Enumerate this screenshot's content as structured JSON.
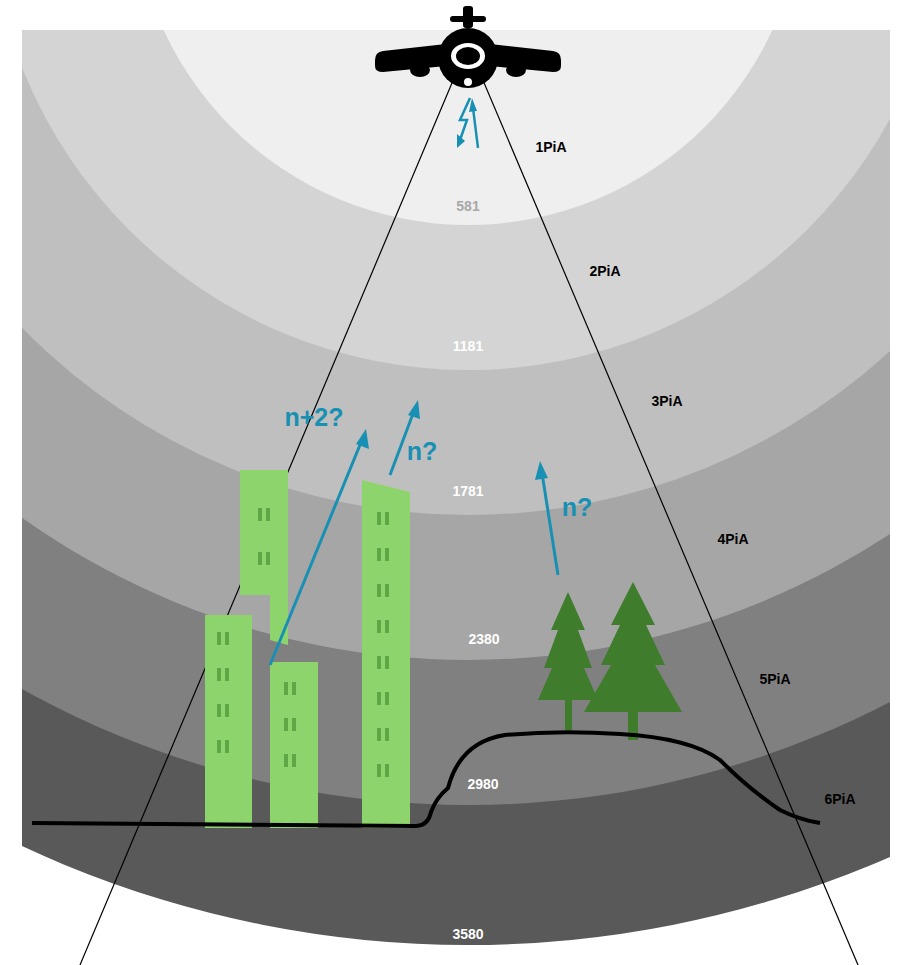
{
  "diagram": {
    "labels": [
      "1PiA",
      "581",
      "2PiA",
      "1181",
      "3PiA",
      "n+2?",
      "n?",
      "1781",
      "n?",
      "4PiA",
      "2380",
      "5PiA",
      "2980",
      "6PiA",
      "3580"
    ]
  }
}
